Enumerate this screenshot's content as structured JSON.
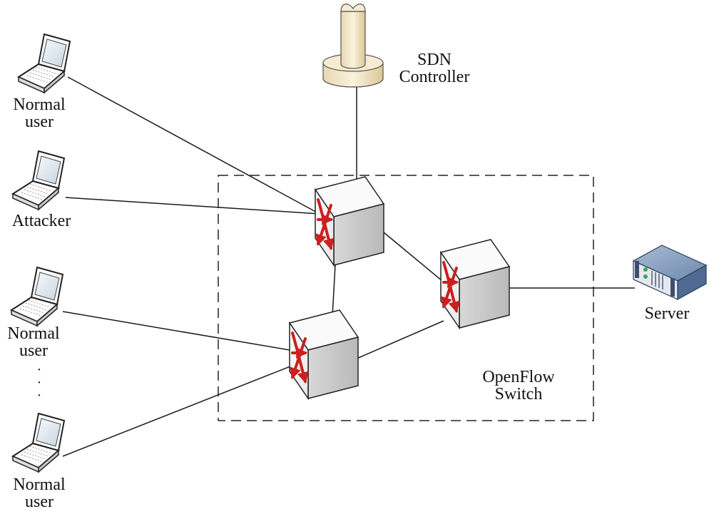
{
  "labels": {
    "controller_line1": "SDN",
    "controller_line2": "Controller",
    "user1_line1": "Normal",
    "user1_line2": "user",
    "attacker": "Attacker",
    "user2_line1": "Normal",
    "user2_line2": "user",
    "user3_line1": "Normal",
    "user3_line2": "user",
    "ellipsis": "·\n·\n·",
    "switch_line1": "OpenFlow",
    "switch_line2": "Switch",
    "server": "Server"
  },
  "colors": {
    "line": "#1a1a1a",
    "arrow": "#cc1f1f",
    "switch_face": "#f4f4f4",
    "controller_body": "#f1e4c4",
    "server_body": "#6d88ad"
  },
  "icons": [
    "laptop-icon",
    "switch-icon",
    "controller-icon",
    "server-icon"
  ]
}
